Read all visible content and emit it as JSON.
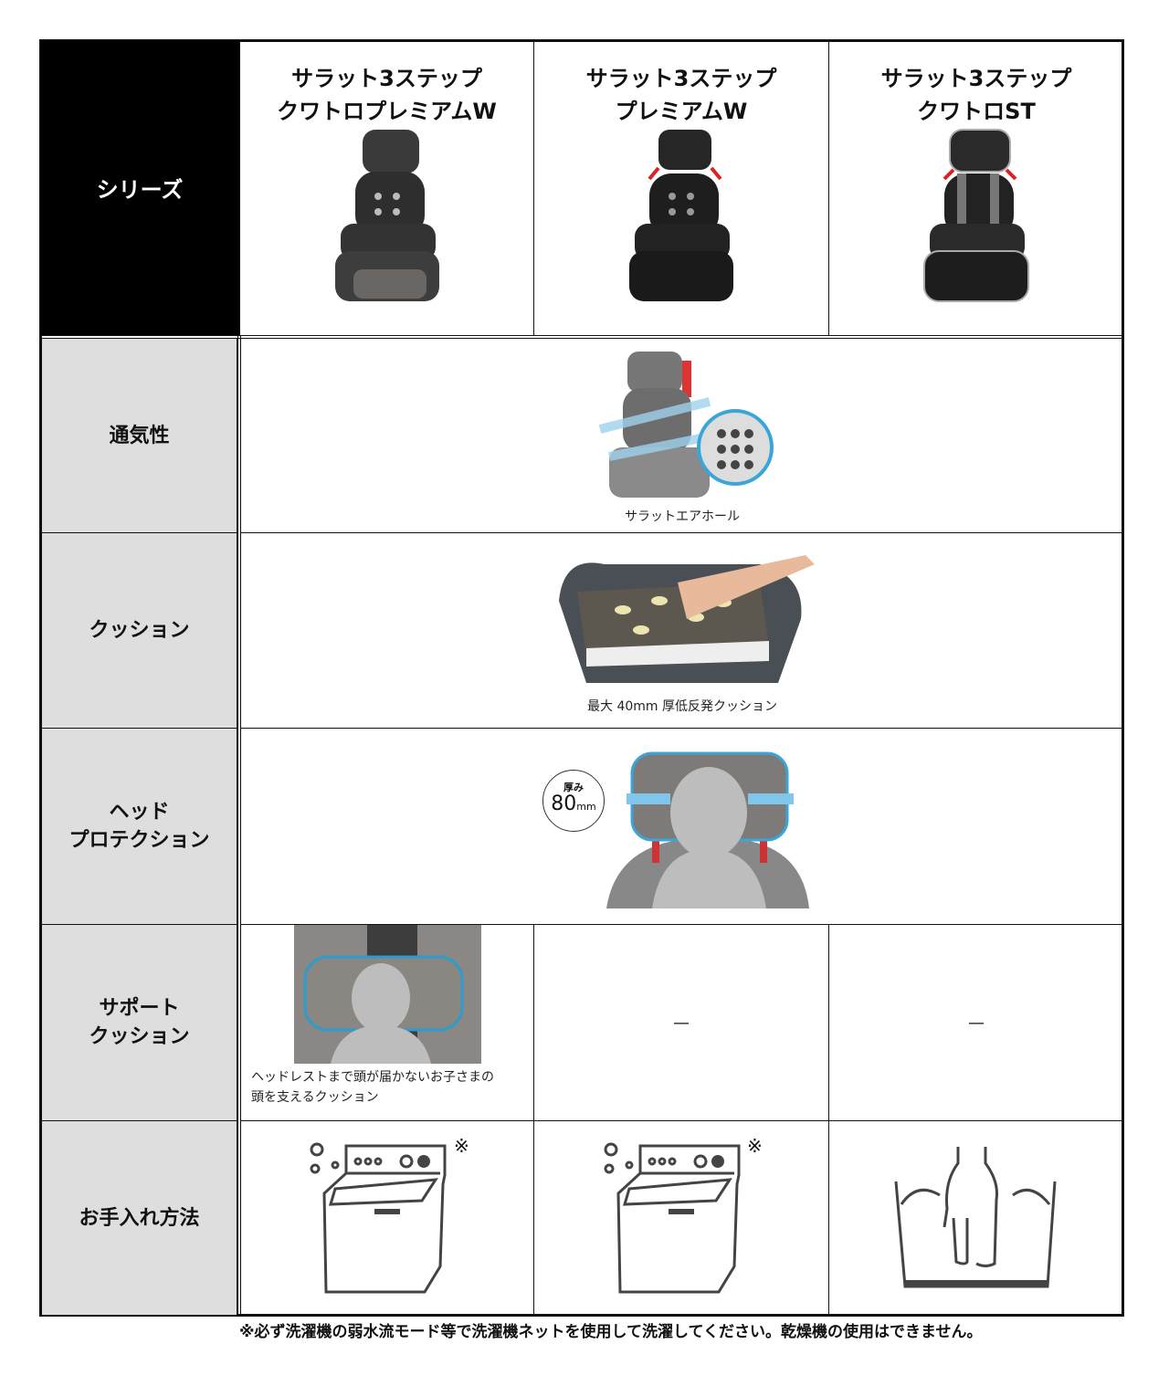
{
  "header": {
    "series_label": "シリーズ",
    "products": [
      {
        "name": "サラット3ステップ\nクワトロプレミアムW"
      },
      {
        "name": "サラット3ステップ\nプレミアムW"
      },
      {
        "name": "サラット3ステップ\nクワトロST"
      }
    ]
  },
  "rows": [
    {
      "label": "通気性",
      "caption": "サラットエアホール"
    },
    {
      "label": "クッション",
      "caption": "最大 40mm 厚低反発クッション"
    },
    {
      "label": "ヘッド\nプロテクション",
      "bubble_top": "厚み",
      "bubble_value": "80",
      "bubble_unit": "mm"
    },
    {
      "label": "サポート\nクッション",
      "caption": "ヘッドレストまで頭が届かないお子さまの\n頭を支えるクッション",
      "col2": "—",
      "col3": "—"
    },
    {
      "label": "お手入れ方法",
      "note_mark": "※"
    }
  ],
  "footnote": "※必ず洗濯機の弱水流モード等で洗濯機ネットを使用して洗濯してください。乾燥機の使用はできません。",
  "colors": {
    "black": "#000000",
    "label_bg": "#dedede",
    "accent_blue": "#3aa6d8"
  }
}
